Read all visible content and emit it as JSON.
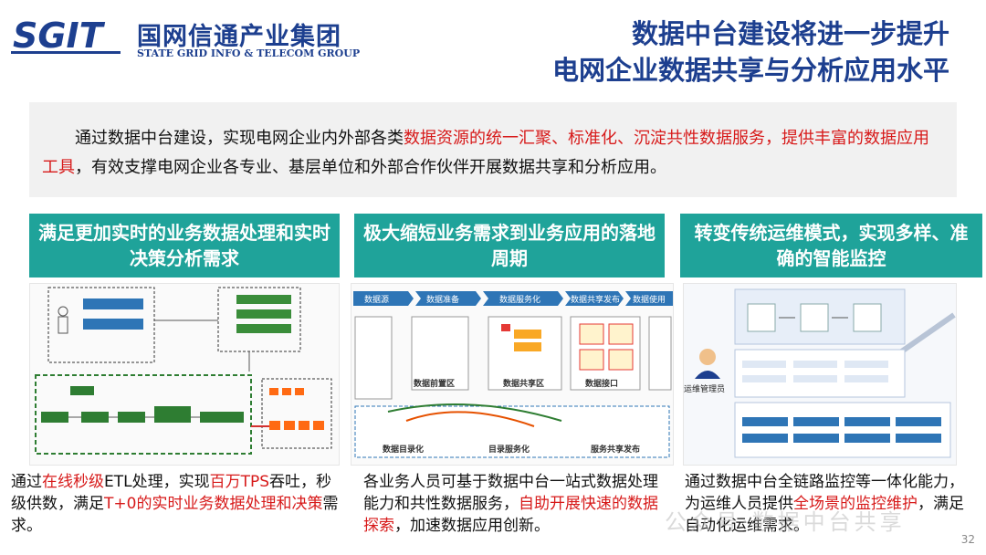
{
  "header": {
    "logo_text": "SGIT",
    "company_cn": "国网信通产业集团",
    "company_en": "STATE GRID INFO & TELECOM GROUP",
    "title_line1": "数据中台建设将进一步提升",
    "title_line2": "电网企业数据共享与分析应用水平"
  },
  "intro": {
    "part1": "通过数据中台建设，实现电网企业内外部各类",
    "highlight1": "数据资源的统一汇聚、标准化、沉淀共性数据服务，提供丰富的数据应用工具",
    "part2": "，有效支撑电网企业各专业、基层单位和外部合作伙伴开展数据共享和分析应用。"
  },
  "columns": [
    {
      "header": "满足更加实时的业务数据处理和实时决策分析需求",
      "text_a": "通过",
      "text_red1": "在线秒级",
      "text_b": "ETL处理，实现",
      "text_red2": "百万TPS",
      "text_c": "吞吐，秒级供数，满足",
      "text_red3": "T+0的实时业务数据处理和决策",
      "text_d": "需求。"
    },
    {
      "header": "极大缩短业务需求到业务应用的落地周期",
      "text_a": "各业务人员可基于数据中台一站式数据处理能力和共性数据服务，",
      "text_red1": "自助开展快速的数据探索",
      "text_b": "，加速数据应用创新。",
      "diagram": {
        "stages": [
          "数据源",
          "数据准备",
          "数据服务化",
          "数据共享发布",
          "数据使用"
        ],
        "boxes": [
          "数据前置区",
          "数据共享区",
          "数据接口"
        ],
        "bottom_labels": [
          "数据目录化",
          "目录服务化",
          "服务共享发布"
        ]
      }
    },
    {
      "header": "转变传统运维模式，实现多样、准确的智能监控",
      "text_a": "通过数据中台全链路监控等一体化能力，为运维人员提供",
      "text_red1": "全场景的监控维护",
      "text_b": "，满足自动化运维需求。",
      "diagram": {
        "person_label": "运维管理员"
      }
    }
  ],
  "watermark": "公众号·数据中台共享",
  "page_number": "32",
  "colors": {
    "brand_blue": "#1d3f8f",
    "teal": "#1fa39a",
    "highlight_red": "#d71a1a"
  }
}
